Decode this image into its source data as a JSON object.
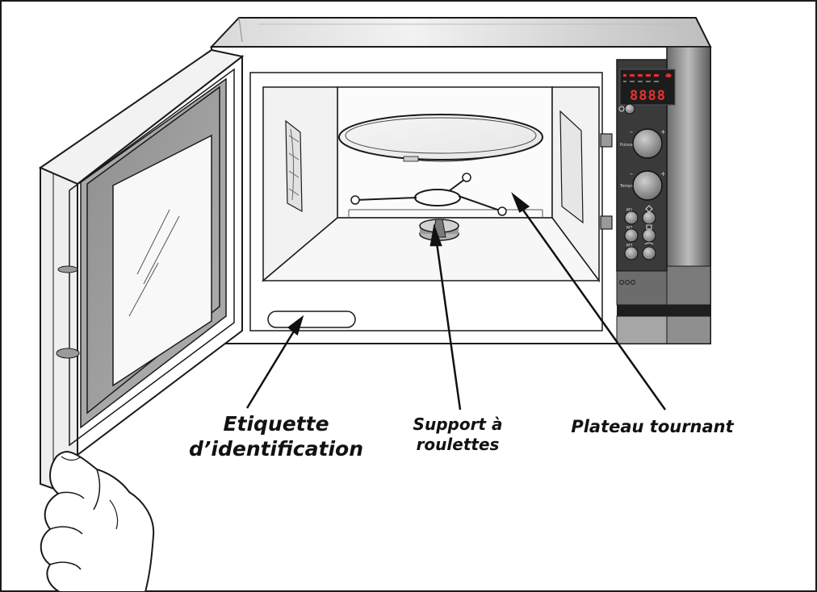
{
  "labels": {
    "etiquette": [
      "Etiquette",
      "d’identification"
    ],
    "support": [
      "Support à",
      "roulettes"
    ],
    "plateau": [
      "Plateau tournant"
    ]
  },
  "panel": {
    "display_digits": "8888",
    "dial_1_label": "Puissance",
    "dial_2_label": "Temps",
    "button_labels": [
      "M1",
      "M2",
      "M3"
    ]
  },
  "colors": {
    "outline": "#1a1a1a",
    "cavity": "#f4f4f4",
    "window": "#9a9a9a",
    "panel": "#3a3a3a",
    "display": "#1c1c1c",
    "display_digits": "#e83030"
  }
}
